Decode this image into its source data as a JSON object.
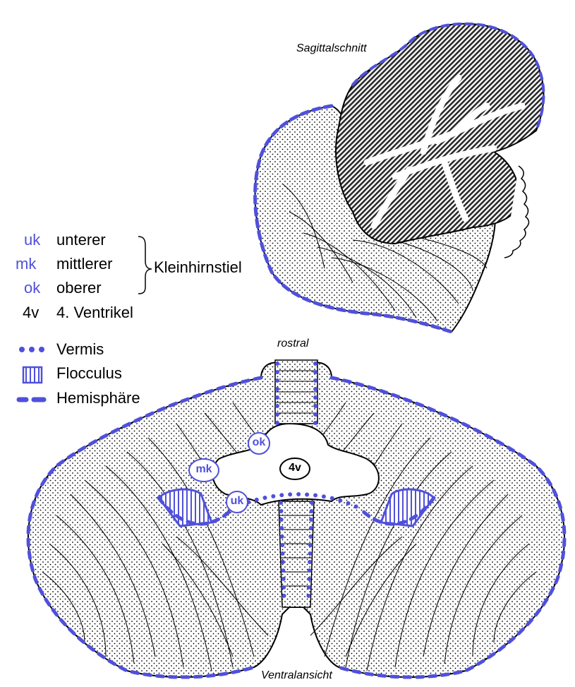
{
  "titles": {
    "sagittal": "Sagittalschnitt",
    "rostral": "rostral",
    "ventral": "Ventralansicht"
  },
  "legend": {
    "peduncles": [
      {
        "abbr": "uk",
        "text": "unterer"
      },
      {
        "abbr": "mk",
        "text": "mittlerer"
      },
      {
        "abbr": "ok",
        "text": "oberer"
      }
    ],
    "group_label": "Kleinhirnstiel",
    "ventricle": {
      "abbr": "4v",
      "text": "4. Ventrikel"
    },
    "regions": [
      {
        "symbol": "dots",
        "text": "Vermis"
      },
      {
        "symbol": "stripes",
        "text": "Flocculus"
      },
      {
        "symbol": "dashes",
        "text": "Hemisphäre"
      }
    ]
  },
  "markers": {
    "ok": "ok",
    "mk": "mk",
    "uk": "uk",
    "v4": "4v"
  },
  "colors": {
    "accent": "#5050dc",
    "line": "#000000",
    "hatch": "#333333"
  }
}
